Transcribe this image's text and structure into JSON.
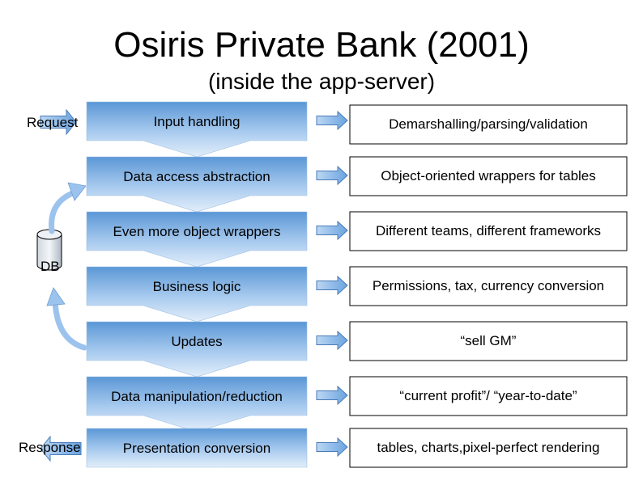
{
  "header": {
    "title": "Osiris Private Bank (2001)",
    "subtitle": "(inside the app-server)"
  },
  "side": {
    "request": "Request",
    "response": "Response",
    "db": "DB"
  },
  "stages": [
    {
      "label": "Input handling",
      "description": "Demarshalling/parsing/validation"
    },
    {
      "label": "Data access abstraction",
      "description": "Object-oriented wrappers for tables"
    },
    {
      "label": "Even more object wrappers",
      "description": "Different teams, different frameworks"
    },
    {
      "label": "Business logic",
      "description": "Permissions, tax, currency conversion"
    },
    {
      "label": "Updates",
      "description": "“sell GM”"
    },
    {
      "label": "Data manipulation/reduction",
      "description": "“current profit”/ “year-to-date”"
    },
    {
      "label": "Presentation conversion",
      "description": "tables, charts,pixel-perfect rendering"
    }
  ],
  "colors": {
    "stage_fill_top": "#5b97d6",
    "stage_fill_bottom": "#dbe9f7",
    "arrow_fill": "#7fb1e6",
    "arrow_stroke": "#4a7bb7",
    "box_border": "#000000"
  }
}
